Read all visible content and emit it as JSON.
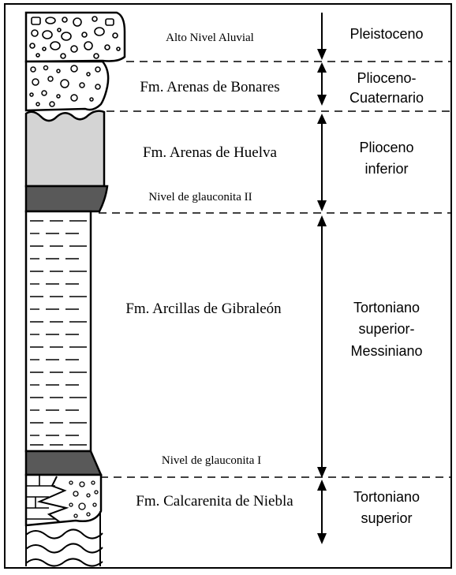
{
  "colors": {
    "outline": "#000000",
    "gravel_fill": "#ffffff",
    "sand_fill": "#d4d4d4",
    "glauconite_fill": "#595959",
    "clay_fill": "#ffffff"
  },
  "units": [
    {
      "label": "Alto Nivel Aluvial",
      "lithology": "gravel"
    },
    {
      "label": "Fm. Arenas de Bonares",
      "lithology": "gravel"
    },
    {
      "label": "Fm. Arenas de Huelva",
      "lithology": "sand"
    },
    {
      "label": "Nivel de glauconita II",
      "lithology": "glauconite"
    },
    {
      "label": "Fm. Arcillas de Gibraleón",
      "lithology": "clay"
    },
    {
      "label": "Nivel de glauconita I",
      "lithology": "glauconite"
    },
    {
      "label": "Fm. Calcarenita de Niebla",
      "lithology": "calcarenite"
    }
  ],
  "ages": [
    {
      "line1": "Pleistoceno",
      "line2": "",
      "line3": ""
    },
    {
      "line1": "Plioceno-",
      "line2": "Cuaternario",
      "line3": ""
    },
    {
      "line1": "Plioceno",
      "line2": "inferior",
      "line3": ""
    },
    {
      "line1": "Tortoniano",
      "line2": "superior-",
      "line3": "Messiniano"
    },
    {
      "line1": "Tortoniano",
      "line2": "superior",
      "line3": ""
    }
  ]
}
